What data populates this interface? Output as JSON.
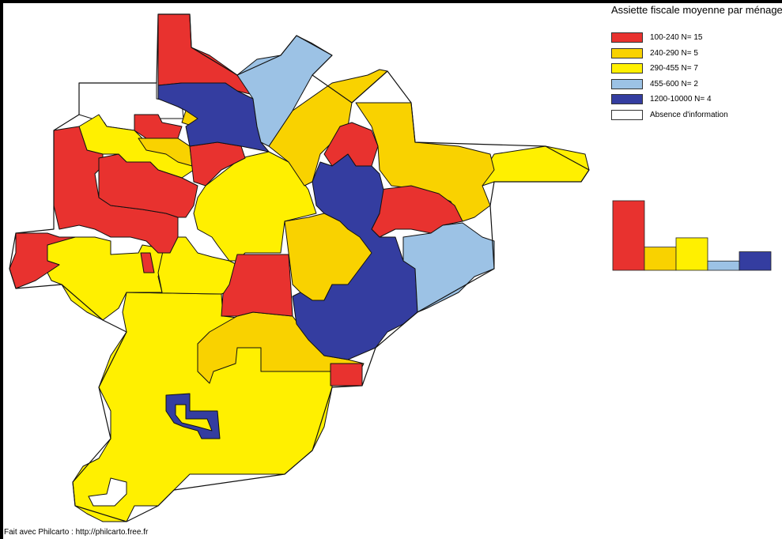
{
  "map": {
    "title": "Assiette fiscale moyenne par ménage",
    "credit": "Fait avec Philcarto : http://philcarto.free.fr",
    "legend": [
      {
        "label": "100-240 N= 15",
        "color": "#e8322f",
        "count": 15
      },
      {
        "label": "240-290 N= 5",
        "color": "#f9d200",
        "count": 5
      },
      {
        "label": "290-455 N= 7",
        "color": "#fff000",
        "count": 7
      },
      {
        "label": "455-600 N= 2",
        "color": "#9cc2e5",
        "count": 2
      },
      {
        "label": "1200-10000 N= 4",
        "color": "#343da0",
        "count": 4
      },
      {
        "label": "Absence d'information",
        "color": "#ffffff",
        "count": 0
      }
    ]
  }
}
